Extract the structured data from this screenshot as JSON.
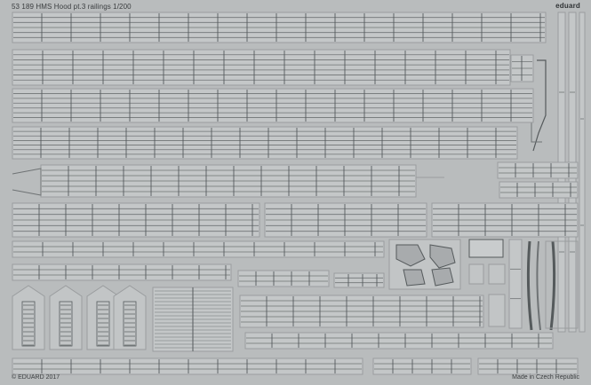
{
  "sheet": {
    "title": "53 189 HMS Hood pt.3 railings 1/200",
    "brand": "eduard",
    "copyright": "© EDUARD 2017",
    "origin": "Made in Czech Republic"
  },
  "colors": {
    "background": "#b9bcbd",
    "etch_frame": "#9a9d9f",
    "etch_line": "#6f7375",
    "etch_dark": "#555a5c",
    "text": "#3a3d3f"
  }
}
